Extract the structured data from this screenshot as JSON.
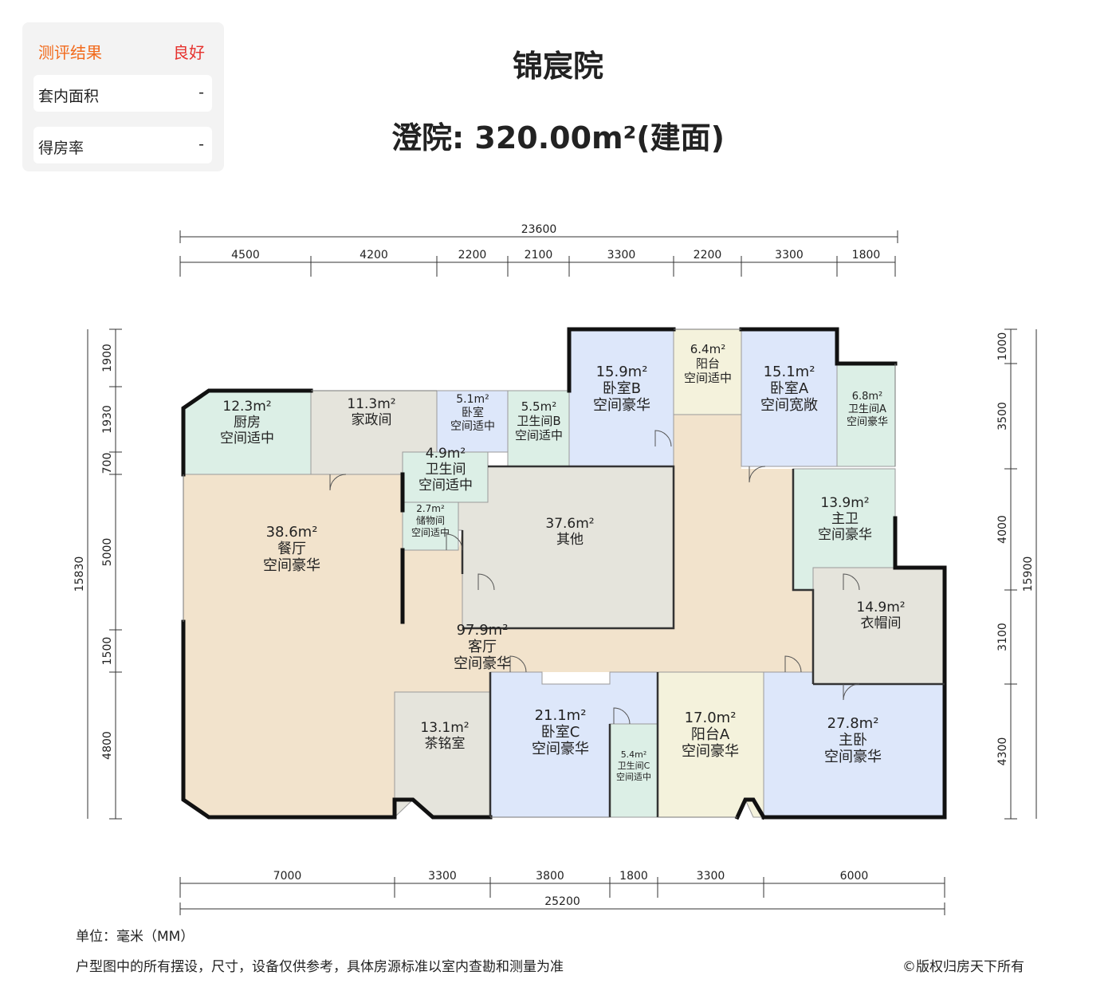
{
  "evaluation": {
    "heading": "测评结果",
    "result": "良好",
    "rows": [
      {
        "label": "套内面积",
        "value": "-"
      },
      {
        "label": "得房率",
        "value": "-"
      }
    ]
  },
  "title": "锦宸院",
  "subtitle": "澄院: 320.00m²(建面)",
  "colors": {
    "wet": "#dcefe6",
    "bedroom": "#dde7fa",
    "balcony": "#f4f2dc",
    "service": "#e5e4dc",
    "living": "#f2e3cc",
    "wall": "#111111",
    "evaluation_heading": "#f26b1d",
    "evaluation_result": "#e6322e"
  },
  "rooms": [
    {
      "id": "kitchen",
      "area": "12.3m²",
      "name": "厨房",
      "rating": "空间适中",
      "type": "wet"
    },
    {
      "id": "housekeeping",
      "area": "11.3m²",
      "name": "家政间",
      "rating": "",
      "type": "service"
    },
    {
      "id": "bedroom-small",
      "area": "5.1m²",
      "name": "卧室",
      "rating": "空间适中",
      "type": "bedroom"
    },
    {
      "id": "bath-b",
      "area": "5.5m²",
      "name": "卫生间B",
      "rating": "空间适中",
      "type": "wet"
    },
    {
      "id": "bedroom-b",
      "area": "15.9m²",
      "name": "卧室B",
      "rating": "空间豪华",
      "type": "bedroom"
    },
    {
      "id": "balcony",
      "area": "6.4m²",
      "name": "阳台",
      "rating": "空间适中",
      "type": "balcony"
    },
    {
      "id": "bedroom-a",
      "area": "15.1m²",
      "name": "卧室A",
      "rating": "空间宽敞",
      "type": "bedroom"
    },
    {
      "id": "bath-a",
      "area": "6.8m²",
      "name": "卫生间A",
      "rating": "空间豪华",
      "type": "wet"
    },
    {
      "id": "bathroom",
      "area": "4.9m²",
      "name": "卫生间",
      "rating": "空间适中",
      "type": "wet"
    },
    {
      "id": "storage",
      "area": "2.7m²",
      "name": "储物间",
      "rating": "空间适中",
      "type": "wet"
    },
    {
      "id": "dining",
      "area": "38.6m²",
      "name": "餐厅",
      "rating": "空间豪华",
      "type": "living"
    },
    {
      "id": "other",
      "area": "37.6m²",
      "name": "其他",
      "rating": "",
      "type": "service"
    },
    {
      "id": "master-bath",
      "area": "13.9m²",
      "name": "主卫",
      "rating": "空间豪华",
      "type": "wet"
    },
    {
      "id": "cloakroom",
      "area": "14.9m²",
      "name": "衣帽间",
      "rating": "",
      "type": "service"
    },
    {
      "id": "living",
      "area": "97.9m²",
      "name": "客厅",
      "rating": "空间豪华",
      "type": "living"
    },
    {
      "id": "tea-room",
      "area": "13.1m²",
      "name": "茶铭室",
      "rating": "",
      "type": "service"
    },
    {
      "id": "bedroom-c",
      "area": "21.1m²",
      "name": "卧室C",
      "rating": "空间豪华",
      "type": "bedroom"
    },
    {
      "id": "bath-c",
      "area": "5.4m²",
      "name": "卫生间C",
      "rating": "空间适中",
      "type": "wet"
    },
    {
      "id": "balcony-a",
      "area": "17.0m²",
      "name": "阳台A",
      "rating": "空间豪华",
      "type": "balcony"
    },
    {
      "id": "master-bedroom",
      "area": "27.8m²",
      "name": "主卧",
      "rating": "空间豪华",
      "type": "bedroom"
    }
  ],
  "dimensions": {
    "top_total": "23600",
    "top": [
      "4500",
      "4200",
      "2200",
      "2100",
      "3300",
      "2200",
      "3300",
      "1800"
    ],
    "bottom": [
      "7000",
      "3300",
      "3800",
      "1800",
      "3300",
      "6000"
    ],
    "bottom_total": "25200",
    "left": [
      "1900",
      "1930",
      "700",
      "5000",
      "1500",
      "4800"
    ],
    "left_total": "15830",
    "right": [
      "1000",
      "3500",
      "4000",
      "3100",
      "4300"
    ],
    "right_total": "15900"
  },
  "footer": {
    "unit": "单位：毫米（MM）",
    "disclaimer": "户型图中的所有摆设，尺寸，设备仅供参考，具体房源标准以室内查勘和测量为准",
    "copyright": "©版权归房天下所有"
  }
}
